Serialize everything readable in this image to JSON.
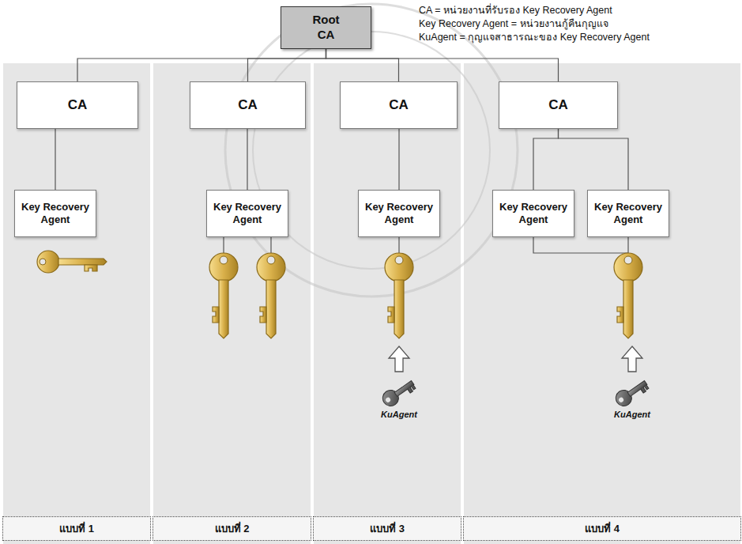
{
  "diagram": {
    "nodes": [
      {
        "text": [
          "Root CA"
        ]
      },
      {
        "text": [
          "CA"
        ]
      },
      {
        "text": [
          "CA"
        ]
      },
      {
        "text": [
          "CA"
        ]
      },
      {
        "text": [
          "CA"
        ]
      },
      {
        "text": [
          "Key Recovery Agent"
        ]
      },
      {
        "text": [
          "Key Recovery Agent"
        ]
      },
      {
        "text": [
          "Key Recovery Agent"
        ]
      },
      {
        "text": [
          "Key Recovery Agent"
        ]
      },
      {
        "text": [
          "Key Recovery Agent"
        ]
      },
      {
        "text": [
          "แบบที่ 1"
        ]
      },
      {
        "text": [
          "แบบที่ 2"
        ]
      },
      {
        "text": [
          "แบบที่ 3"
        ]
      },
      {
        "text": [
          "แบบที่ 4"
        ]
      }
    ],
    "edges": [
      {
        "from": 0,
        "to": 1,
        "arrow": "none"
      },
      {
        "from": 0,
        "to": 2,
        "arrow": "none"
      },
      {
        "from": 0,
        "to": 3,
        "arrow": "none"
      },
      {
        "from": 0,
        "to": 4,
        "arrow": "none"
      },
      {
        "from": 1,
        "to": 5,
        "arrow": "none"
      },
      {
        "from": 2,
        "to": 6,
        "arrow": "none"
      },
      {
        "from": 3,
        "to": 7,
        "arrow": "none"
      },
      {
        "from": 4,
        "to": 8,
        "arrow": "none"
      },
      {
        "from": 4,
        "to": 9,
        "arrow": "none"
      }
    ],
    "labels": [
      "CA = หน่วยงานที่รับรอง Key Recovery Agent",
      "Key Recovery Agent = หน่วยงานกู้คืนกุญแจ",
      "KuAgent = กุญแจสาธารณะของ Key Recovery Agent",
      "KuAgent",
      "KuAgent"
    ]
  }
}
